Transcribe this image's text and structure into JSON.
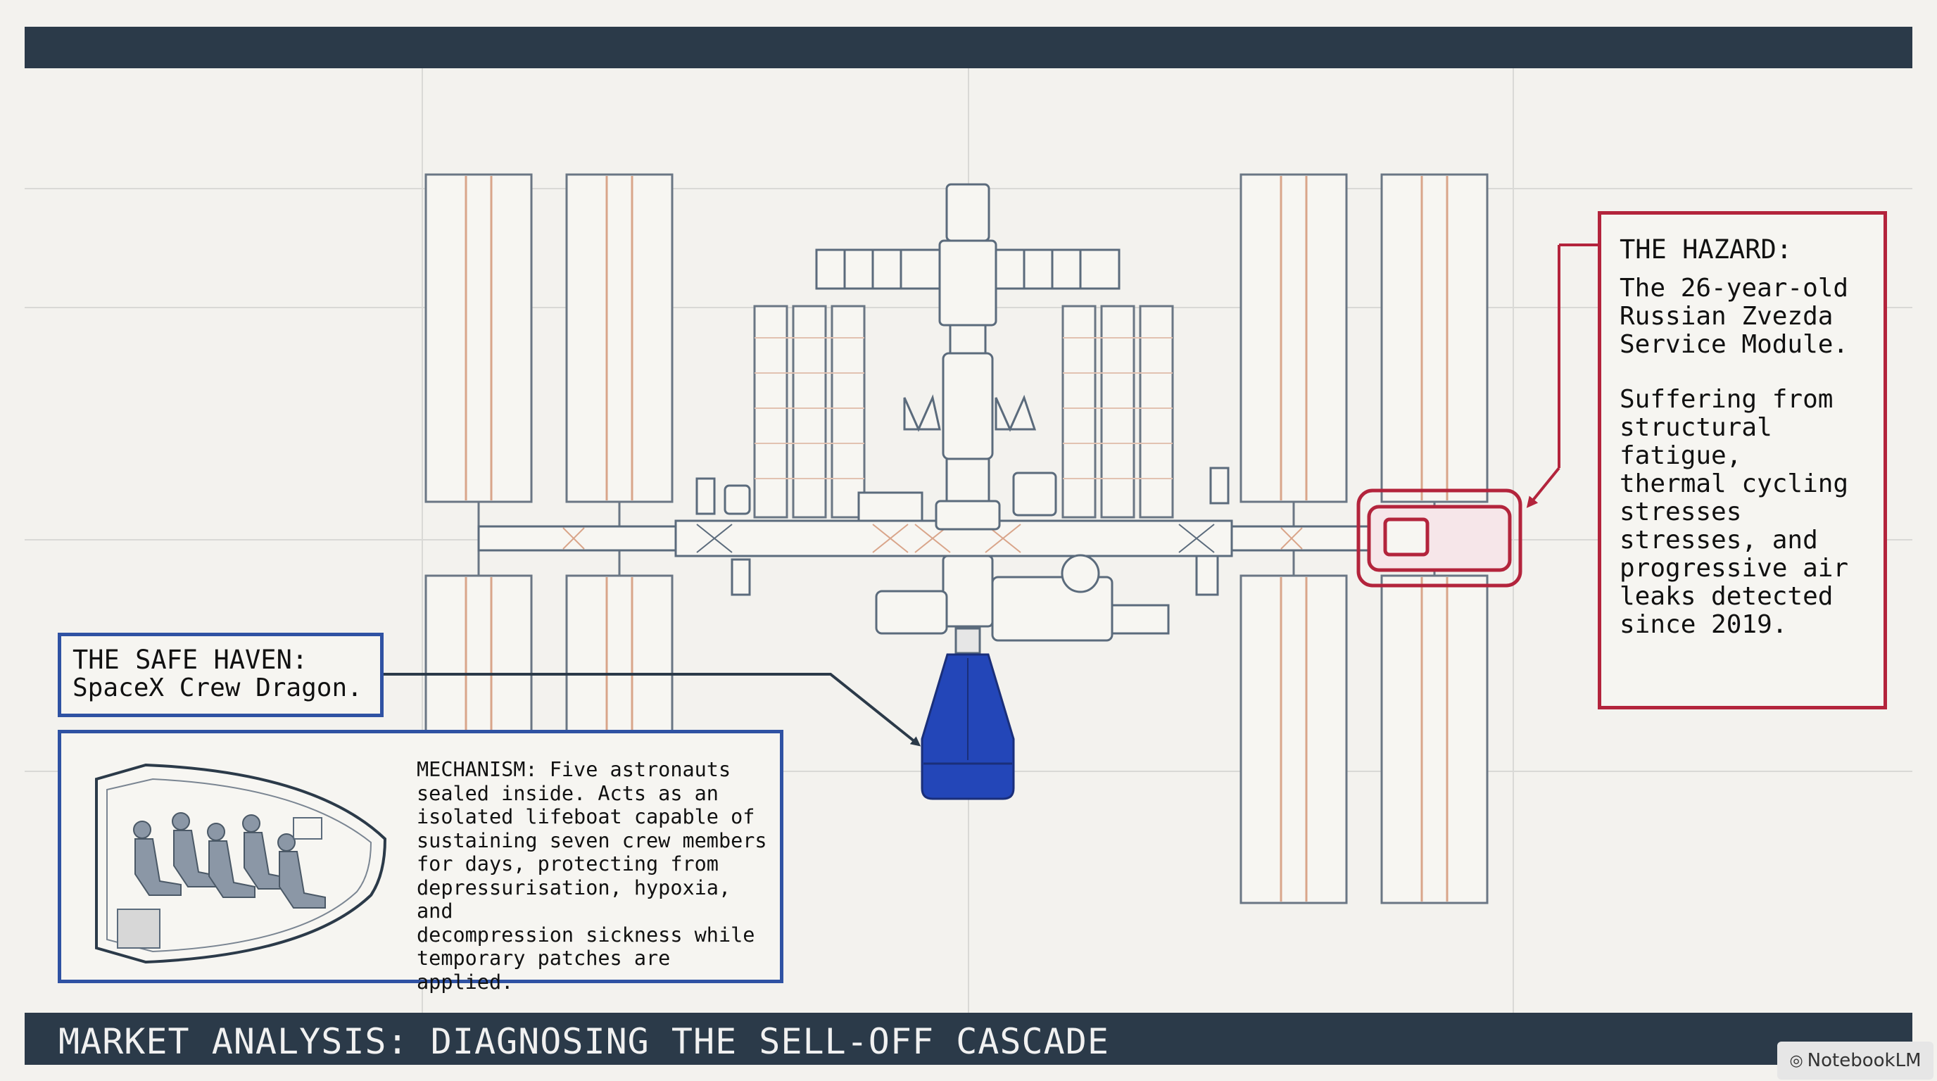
{
  "footer": {
    "title": "MARKET ANALYSIS: DIAGNOSING THE SELL-OFF CASCADE",
    "brand": "NotebookLM",
    "brand_icon": "notebooklm-logo-icon"
  },
  "hazard": {
    "title": "THE HAZARD:",
    "text_1": "The 26-year-old\nRussian Zvezda\nService Module.",
    "text_2": "Suffering from\nstructural\nfatigue,\nthermal cycling\nstresses\nstresses, and\nprogressive air\nleaks detected\nsince 2019."
  },
  "safe_haven": {
    "title": "THE SAFE HAVEN:",
    "subtitle": "SpaceX Crew Dragon."
  },
  "mechanism": {
    "text": "MECHANISM: Five astronauts\nsealed inside. Acts as an\nisolated lifeboat capable of\nsustaining seven crew members\nfor days, protecting from\ndepressurisation, hypoxia, and\ndecompression sickness while\ntemporary patches are applied."
  },
  "colors": {
    "bar": "#2b3a49",
    "hazard": "#b3243c",
    "safe": "#2f52a3",
    "capsule": "#2346b8",
    "line": "#5b6b7c",
    "truss_accent": "#d9a58a"
  }
}
